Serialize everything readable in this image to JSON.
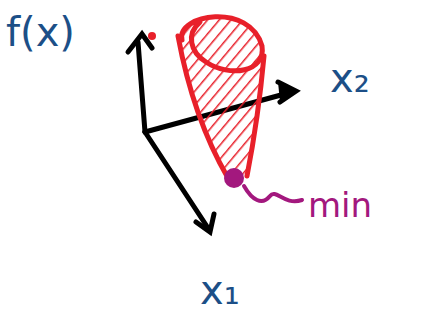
{
  "diagram": {
    "labels": [
      "f(x)",
      "x₂",
      "x₁",
      "min"
    ]
  }
}
